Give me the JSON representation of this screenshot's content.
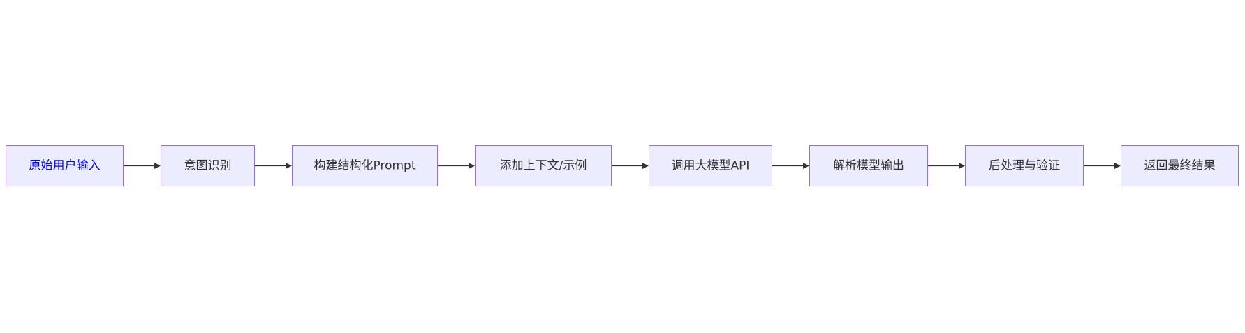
{
  "flowchart": {
    "direction": "left-to-right",
    "colors": {
      "node_fill": "#ECECFF",
      "node_border": "#9370DB",
      "text": "#333333",
      "highlight_text": "#0000FF",
      "edge": "#333333"
    },
    "nodes": [
      {
        "id": "n1",
        "label": "原始用户输入",
        "highlight": true
      },
      {
        "id": "n2",
        "label": "意图识别"
      },
      {
        "id": "n3",
        "label": "构建结构化Prompt"
      },
      {
        "id": "n4",
        "label": "添加上下文/示例"
      },
      {
        "id": "n5",
        "label": "调用大模型API"
      },
      {
        "id": "n6",
        "label": "解析模型输出"
      },
      {
        "id": "n7",
        "label": "后处理与验证"
      },
      {
        "id": "n8",
        "label": "返回最终结果"
      }
    ],
    "edges": [
      {
        "from": "n1",
        "to": "n2"
      },
      {
        "from": "n2",
        "to": "n3"
      },
      {
        "from": "n3",
        "to": "n4"
      },
      {
        "from": "n4",
        "to": "n5"
      },
      {
        "from": "n5",
        "to": "n6"
      },
      {
        "from": "n6",
        "to": "n7"
      },
      {
        "from": "n7",
        "to": "n8"
      }
    ]
  }
}
